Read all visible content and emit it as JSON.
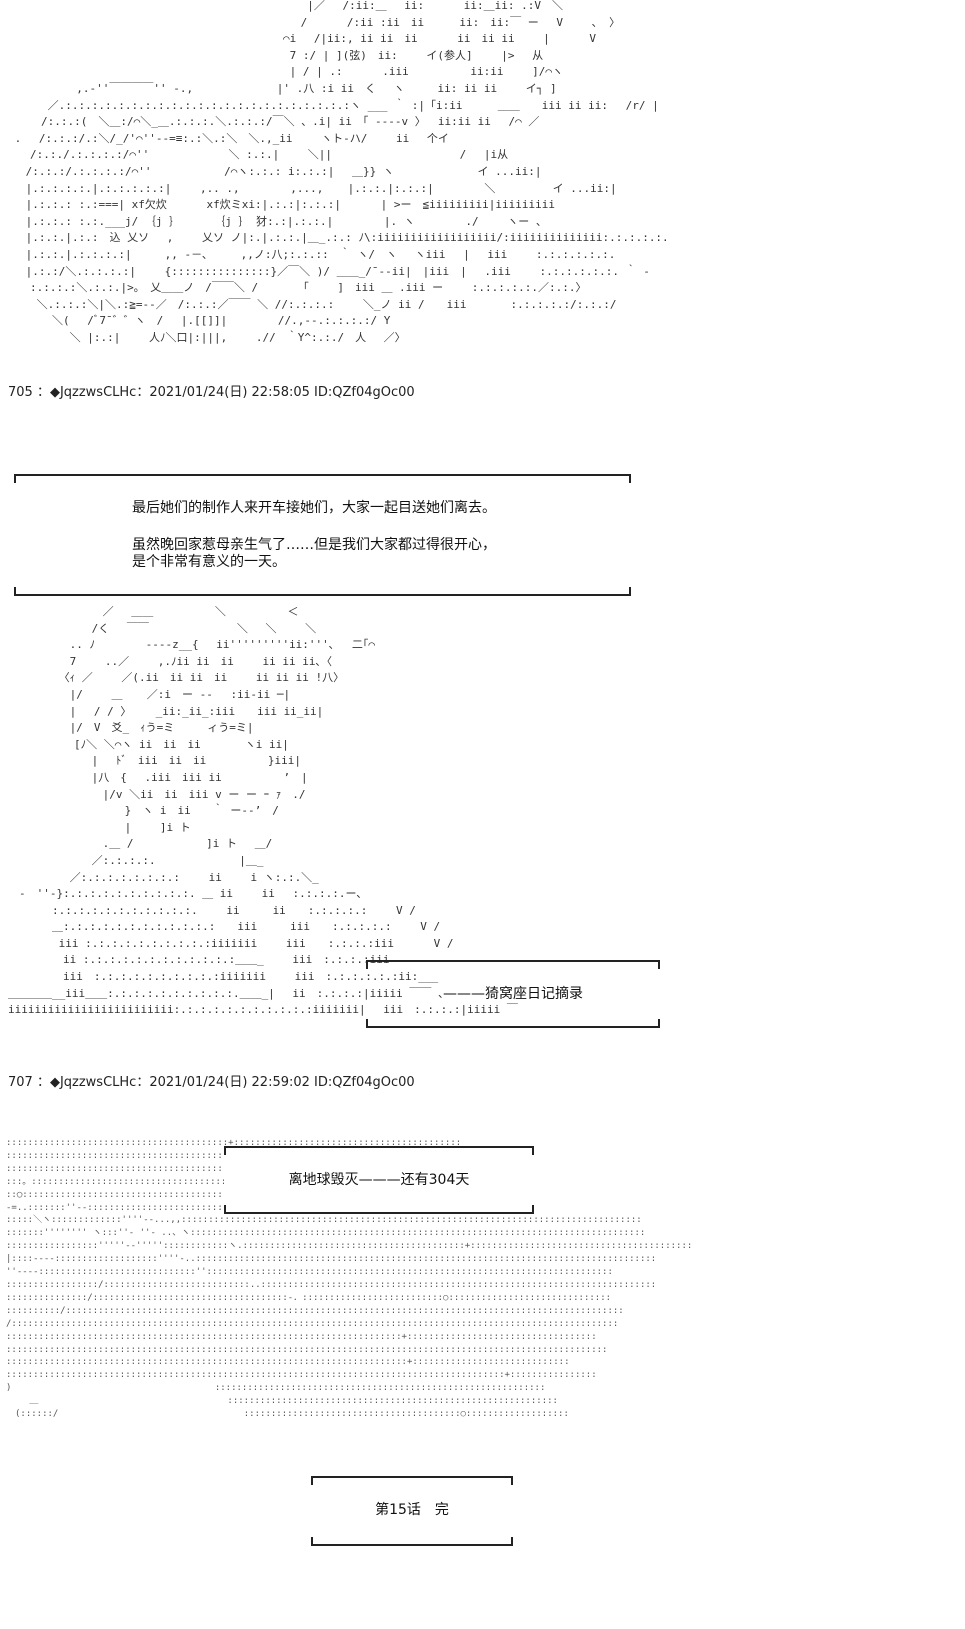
{
  "art": {
    "top": "　　　　　　　　　　　　　　　　　　　　　　　　　 ￣ |／　 /:ii:＿　 ii:　　 ￣ii:＿ii: .:V　＼\n　　　　　　　　　　　　　　　　　　　　　　　　　　 /　　　 /:ii :ii　ii　 　 ii:　ii:￣ ー　 V　 　、 〉\n　　　　　　　　　　　　　　　　　　　　　　　　　⌒i　 /|ii:, ii ii　ii　　　 ii　ii ii　　 |　　　 V\n　　　　　　　　　　　　　　　　　　　　　　　　　 7 :/ | ](弦)　ii:　　 イ(参人]　　 |>　 从\n　　　　　　　　　　　　　　　　　　　　　　　　　 | / | .:　　　 .iii　　　　　 ii:ii　　 ]/⌒ヽ\n　　　　 　 ,.‐''￣￣￣￣'' ‐.,　　　　　　　 |' .八 :i ii　く　 ヽ　　　ii: ii ii　　 イ┐ ]\n　　　 ／.:.:.:.:.:.:.:.:.:.:.:.:.:.:.:.:.:.:.:.:.:.:ヽ ___ ｀ :|「i:ii　 　 ＿＿　　iii ii ii:　 /r/ |\n　　　/:.:.:(　＼＿:/⌒＼_＿.:.:.:.＼.:.:.:/￣＼ 、.i| ii　「 ----v 〉　 ii:ii ii　 /⌒ ／\n .　 /:.:.:/.:＼/_/'⌒''‐-=≡:.:＼.:＼　＼.,_ii　　 ヽト-ハ/　　 ii　 个イ\n　　/:.:./.:.:.:.:/⌒''　　　　　 　 ＼ :.:.|　　 ＼||　　　　　　　　　　　 /　 |i从\n　 /:.:.:/.:.:.:.:/⌒''　　　　　　 /⌒ヽ:.:.: i:.:.:|　 ＿}} ヽ　　　　　　　 イ ...ii:|\n　 |.:.:.:.:.|.:.:.:.:.:|　　 ,.. .,　　　　 ,..., 　 |.:.:.|:.:.:|　　　　 ＼　　　 　 イ ...ii:|\n　 |.:.:.: :.:===| xf欠炊　　　 xf炊ミxi:|.:.:|:.:.:|　　　 | >ー　≦iiiiiiiii|iiiiiiiii\n　 |.:.:.: :.:.___j/ ｛j ｝　　　 ｛j ｝ 犲:.:|.:.:.|　　　　 |. ヽ　　　　 ./　　 ヽー 、\n　 |.:.:.|.:.:　込 乂ソ　 ,　　 乂ソ ノ|:.|.:.:.|＿_.:.: ﾉ\\:iiiiiiiiiiiiiiiiii/:iiiiiiiiiiiiii:.:.:.:.:.\n　 |.:.:.|.:.:.:.:|　　　,, -－､　　　,,ノ:八;:.:.::　｀ ヽ/　ヽ　 ヽiii　 |　 iii　　 :.:.:.:.:.:.\n　 |.:.:/＼.:.:.:.:|　　 {:::::::::::::::}／￣＼ )/ ＿＿_/¯--ii|　|iii　|　 .iii　　 :.:.:.:.:.:. ｀ ‐\n　　:.:.:.:＼.:.:.|>｡　乂＿＿ノ　/￣￣＼ /　　　 「　　 ]　iii ＿ .iii ー　　 :.:.:.:.:.／:.:.〉\n　　 ＼.:.:.:＼|＼.:≧=‐-／　/:.:.:／￣￣ ＼ //:.:.:.:　　 ＼_ノ ii /　　iii　　　　:.:.:.:.:/:.:.:/\n　　　　＼(　 /ﾞ7¯゛゛ヽ　/　 |.[[]]|　　　　 //.,--.:.:.:.:/ Y\n　　　　　 ＼ |:.:|　　 人ﾉ＼口|:|||,　　 .//　｀Y^:.:./　人　 ／〉",
    "middle": "　　　　　　　　 ／　 ＿＿　　　　　 ＼　　　　　 ＜\n　　　　　　　 /く 　￣￣　　　　　　　　＼　 ＼　　 ＼\n　　　　　 .. ﾉ　　　　 ----z__{ 　ii'''''''''ii:'''､　 二｢⌒\n　　　　　 7　　 ..／　　 ,.ﾉii ii　ii　　 ii ii ii､〈\n　　　　 〈ｨ ／　　 ／(.ii　ii ii　ii　　 ii ii ii !八〉\n　　　　　 |/　　 ＿ 　 ／:i　ー --　 :ii-ii ─|\n　　　　　 |　 / / 〉 　 _ii:_ii_:iii　　iii ii_ii|\n　　　　　 |/　V　爻_　ｨう=ミ　　　ィう=ミ|\n　　　　　　[ﾉ＼ ＼⌒ヽ ii　ii　ii　　　　ヽi ii|\n　　　　　　　 |　 ﾄﾞ　iii　ii　ii　　　　　 }iii|\n　　　　　　　 |八　{　 .iii　iii ii　　　　　 ’　|\n　　　　　　　　 |/v ＼ii　ii　iii v ー ー ｰ ｧ　./\n　　　　　　　　　　 }　ヽ i　ii　　｀ ー--’　/\n　　　　　　　　　　 |　　 ]i ト\n　　　　　　　　 .＿ /　　　　　　 ]i ト　 ＿/\n　　　　　　　 ／:.:.:.:.　　　　　　　 |＿_\n　　　　　 ／:.:.:.:.:.:.:.:　　 ii　　 i ヽ:.:.＼_\n　-　''‐}:.:.:.:.:.:.:.:.:.:. ＿ ii　　 ii　 :.:.:.:.ー､\n　　　　:.:.:.:.:.:.:.:.:.:.:.　　 ii　　　ii　　:.:.:.:.:　　 V /\n　　　　＿:.:.:.:.:.:.:.:.:.:.:.:　　iii　　　iii　　:.:.:.:.:　　 V /\n　　　　 iii :.:.:.:.:.:.:.:.:.:iiiiiii　　 iii　　:.:.:.:iii　　　 V /\n　　　　　ii :.:.:.:.:.:.:.:.:.:.:.:＿＿_　　 iii　:.:.:.:iii\n　　　　　iii　:.:.:.:.:.:.:.:.:.:iiiiiii　　 iii　:.:.:.:.:.:ii:___\n＿＿＿＿__iii＿＿:.:.:.:.:.:.:.:.:.:.＿＿_|　 ii　:.:.:.:|iiiii ￣￣ 、\niiiiiiiiiiiiiiiiiiiiiiiii:.:.:.:.:.:.:.:.:.:.:iiiiiii|　 iii　:.:.:.:|iiiii ￣",
    "bottom": ":::::::::::::::::::::::::::::::::::::::::+::::::::::::::::::::::::::::::::::::::::::\n::::::::::::::::::::::::::::::::::::::::::::::::::::::+:::::::::::::::::::::::::\n::::::::::::::::::::::::::::::::::::::::::::::::::::::::::::::::::::::::::::::::::::::\n:::。:::::::::::::::::::::::::::::::::::::::::::::::::::::::::::::::::::::::::::::::::\n::◯::::::::::::::::::::::::::::::::::::::::::::::::::::::::○::::::::::::::::::::::\n‐=..:::::::''‐-:::::::::::::::::::::::::::::::::::::::::::::::::::::::::::::::::::::::\n:::::＼ヽ:::::::::::::''''‐-...,,:::::::::::::::::::::::::::::::::::::::::::::::::::::::::::::::::::::::::::::::::::::\n:::::::'''''''' ヽ:::''‐ ''‐ ..、ヽ::::::::::::::::::::::::::::::::::::::::::::::::::::::::::::::::::::::::::::::::::::\n:::::::::::::::::'''''‐‐'''''::::::::::::ヽ.:::::::::::::::::::::::::::::::::::::::::+:::::::::::::::::::::::::::::::::::::::::\n|::::‐‐‐-:::::::::::::::::::''''‐..:::::::::::::::::::::::::::::::::::::::::::::::::::::::::::::::::::::::::::::::::::::\n''‐-‐-:::::::::::::::::::::::::::::'':::::::::::::::::::::::::::::::::::::::::::::::::::::::::::::::::::::::::::\n:::::::::::::::::/:::::::::::::::::::::::::::..:::::::::::::::::::::::::::::::::::::::::::::::::::::::::::::::::::::::::\n:::::::::::::::/::::::::::::::::::::::::::::::::::::-．::::::::::::::::::::::::::○::::::::::::::::::::::::::::::\n::::::::::/:::::::::::::::::::::::::::::::::::::::::::::::::::::::::::::::::::::::::::::::::::::::::::::::::::::::\n/::::::::::::::::::::::::::::::::::::::::::::::::::::::::::::::::::::::::::::::::::::::::::::::::::::::::::::::::\n:::::::::::::::::::::::::::::::::::::::::::::::::::::::::::::::::::::::::+:::::::::::::::::::::::::::::::::::\n:::::::::::::::::::::::::::::::::::::::::::::::::::::::::::::::::::::::::::::::::::::::::::::::::::::::::::::::\n::::::::::::::::::::::::::::::::::::::::::::::::::::::::::::::::::::::::::+:::::::::::::::::::::::::::::\n::::::::::::::::::::::::::::::::::::::::::::::::::::::::::::::::::::::::::::::::::::::::::::+::::::::::::::::\n)　　　　　　　　　　　　　　　　　　　　　　 :::::::::::::::::::::::::::::::::::::::::::::::::::::::::::::\n　　 ＿　　　　　　　　　　　　　　　　　　　　　:::::::::::::::::::::::::::::::::::::::::::::::::::::::::::::\n　(::::::/　　　　　　　　　　　　　　　　　　　　 ::::::::::::::::::::::::::::::::::::::::○:::::::::::::::::::"
  },
  "posts": [
    {
      "header": "705 ：◆JqzzwsCLHc：2021/01/24(日) 22:58:05 ID:QZf04gOc00"
    },
    {
      "header": "707 ：◆JqzzwsCLHc：2021/01/24(日) 22:59:02 ID:QZf04gOc00"
    }
  ],
  "boxes": {
    "narration": {
      "line1": "最后她们的制作人来开车接她们，大家一起目送她们离去。",
      "line2": "虽然晚回家惹母亲生气了……但是我们大家都过得很开心，",
      "line3": "是个非常有意义的一天。"
    },
    "diary": {
      "text": "———猗窝座日记摘录"
    },
    "countdown": {
      "text": "离地球毁灭———还有304天"
    },
    "ending": {
      "text": "第15话　完"
    }
  }
}
